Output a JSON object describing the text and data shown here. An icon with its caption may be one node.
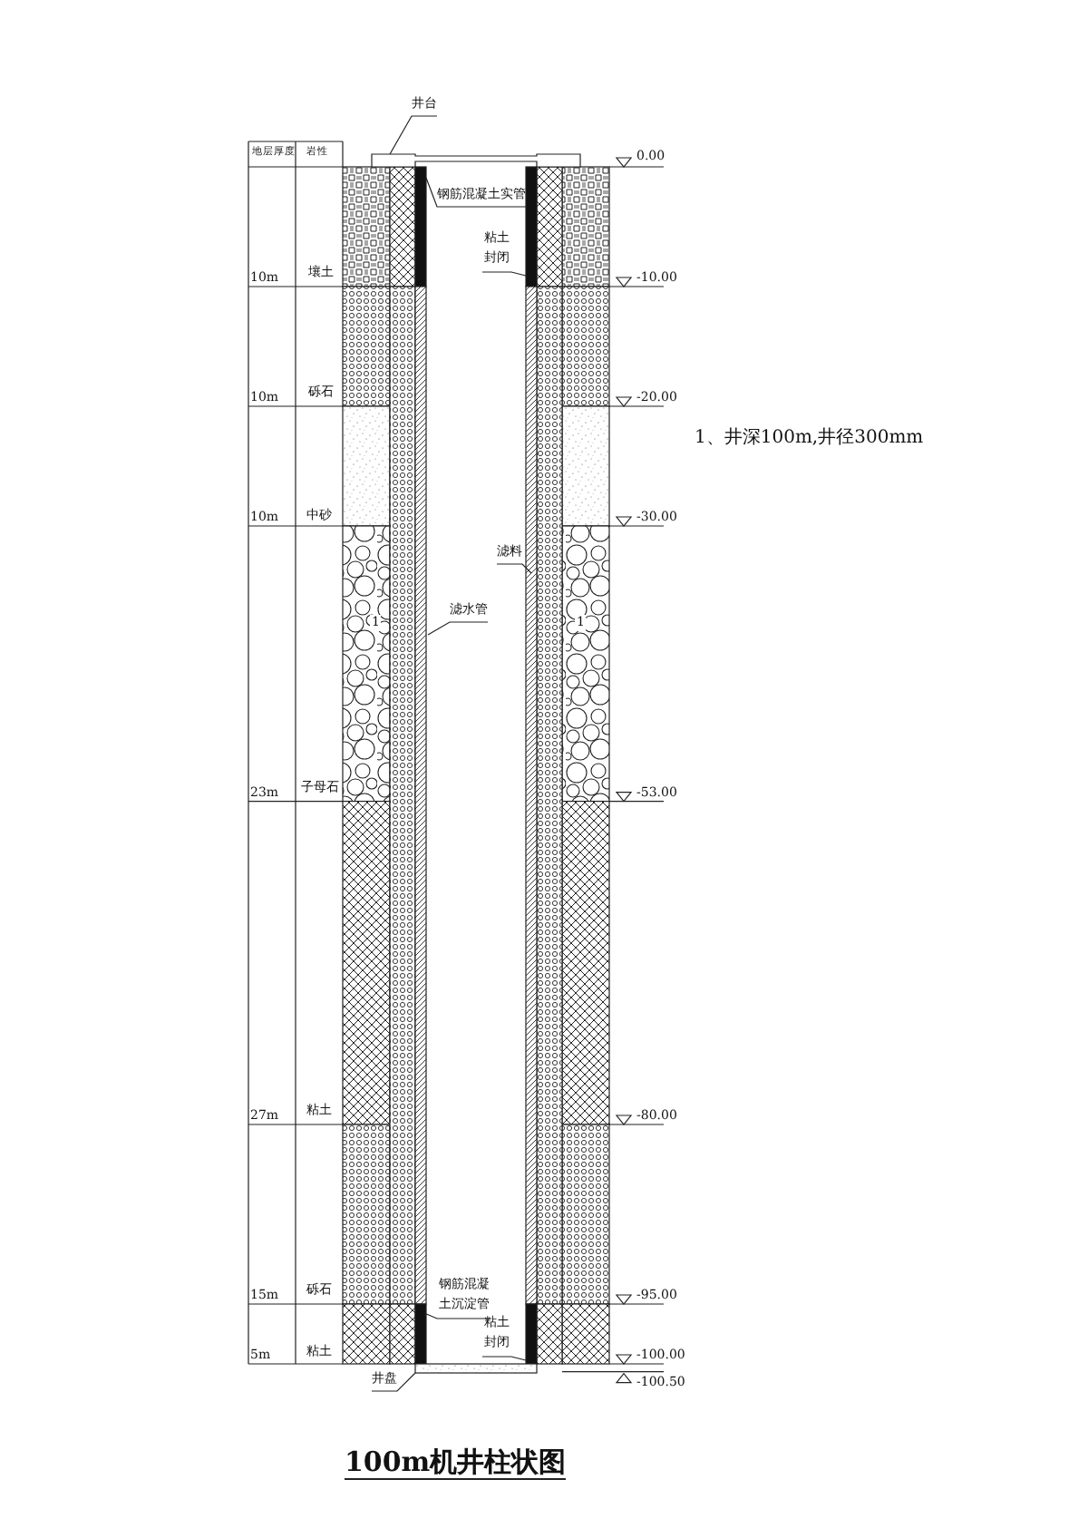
{
  "diagram": {
    "title": "100m机井柱状图",
    "nodes": [
      {
        "text": [
          "井台"
        ]
      },
      {
        "text": [
          "钢筋混凝土实管"
        ]
      },
      {
        "text": [
          "粘土封闭"
        ]
      },
      {
        "text": [
          "滤料"
        ]
      },
      {
        "text": [
          "滤水管"
        ]
      },
      {
        "text": [
          "钢筋混凝土沉淀管"
        ]
      },
      {
        "text": [
          "粘土封闭"
        ]
      },
      {
        "text": [
          "井盘"
        ]
      }
    ],
    "edges": [
      {
        "from": 0,
        "to": null,
        "arrow": "none"
      },
      {
        "from": 1,
        "to": null,
        "arrow": "none"
      },
      {
        "from": 2,
        "to": null,
        "arrow": "none"
      },
      {
        "from": 3,
        "to": null,
        "arrow": "none"
      },
      {
        "from": 4,
        "to": null,
        "arrow": "none"
      },
      {
        "from": 5,
        "to": null,
        "arrow": "none"
      },
      {
        "from": 6,
        "to": null,
        "arrow": "none"
      },
      {
        "from": 7,
        "to": null,
        "arrow": "none"
      }
    ],
    "labels": [
      "地层厚度",
      "岩性",
      "0.00",
      "10m",
      "壤土",
      "-10.00",
      "10m",
      "砾石",
      "-20.00",
      "1、井深100m,井径300mm",
      "10m",
      "中砂",
      "-30.00",
      "1",
      "1",
      "23m",
      "子母石",
      "-53.00",
      "27m",
      "粘土",
      "-80.00",
      "15m",
      "砾石",
      "-95.00",
      "5m",
      "粘土",
      "-100.00",
      "-100.50"
    ]
  }
}
